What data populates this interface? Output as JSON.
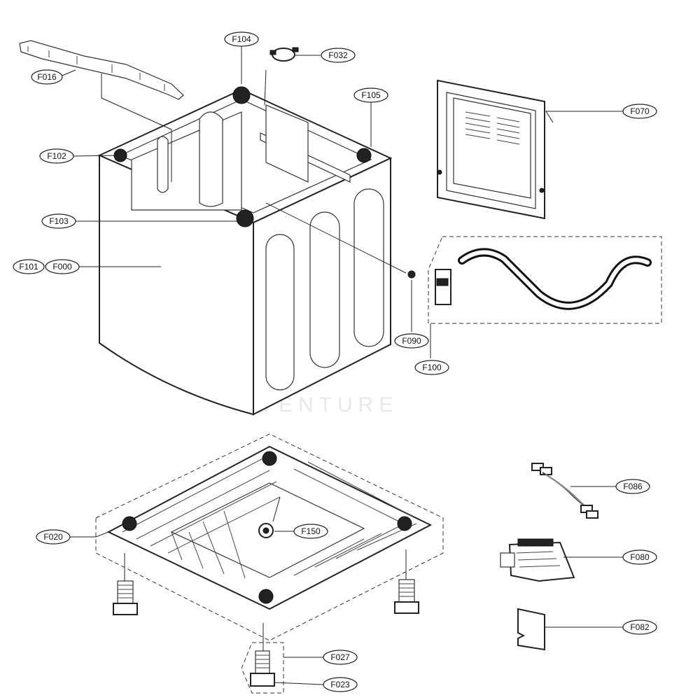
{
  "callouts": {
    "f016": "F016",
    "f104": "F104",
    "f032": "F032",
    "f105": "F105",
    "f070": "F070",
    "f102": "F102",
    "f103": "F103",
    "f101": "F101",
    "f000": "F000",
    "f090": "F090",
    "f100": "F100",
    "f020": "F020",
    "f150": "F150",
    "f086": "F086",
    "f080": "F080",
    "f082": "F082",
    "f027": "F027",
    "f023": "F023"
  },
  "watermark": "VENTURE"
}
